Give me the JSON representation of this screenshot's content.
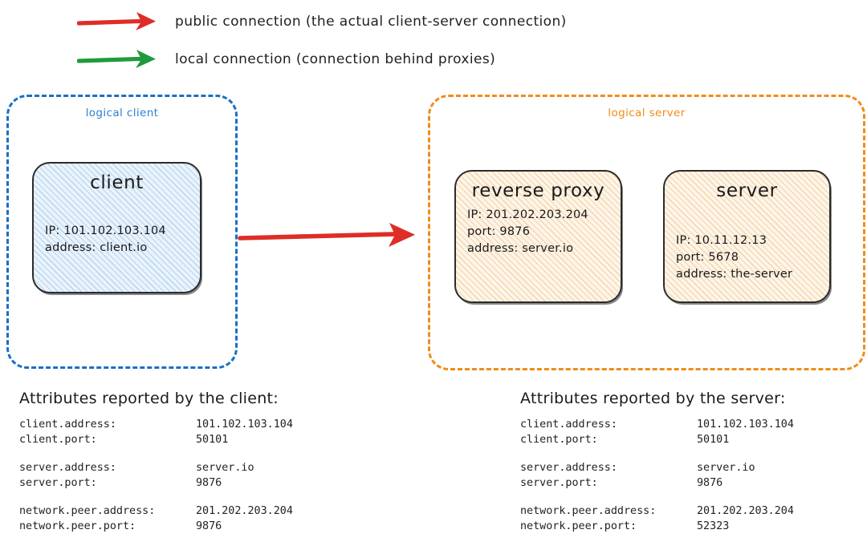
{
  "legend": {
    "items": [
      {
        "icon": "red-arrow-icon",
        "color": "#de2d26",
        "label": "public connection (the actual client-server connection)"
      },
      {
        "icon": "green-arrow-icon",
        "color": "#1f9b3c",
        "label": "local connection (connection behind proxies)"
      }
    ]
  },
  "colors": {
    "public_arrow": "#de2d26",
    "local_arrow": "#1f9b3c",
    "logical_client_border": "#1b6fc4",
    "logical_server_border": "#f08c1a",
    "node_border": "#2b2b2b",
    "client_fill": "#eaf3fb",
    "server_fill": "#fdf5e9"
  },
  "diagram": {
    "logical_client": {
      "label": "logical client",
      "nodes": [
        {
          "name": "client",
          "title": "client",
          "attrs": [
            "IP: 101.102.103.104",
            "address: client.io"
          ]
        }
      ]
    },
    "logical_server": {
      "label": "logical server",
      "nodes": [
        {
          "name": "reverse-proxy",
          "title": "reverse proxy",
          "attrs": [
            "IP: 201.202.203.204",
            "port: 9876",
            "address: server.io"
          ]
        },
        {
          "name": "server",
          "title": "server",
          "attrs": [
            "IP: 10.11.12.13",
            "port: 5678",
            "address: the-server"
          ]
        }
      ]
    },
    "public_connection_arrow": {
      "name": "public-connection-arrow",
      "from": "client",
      "to": "logical server",
      "color": "#de2d26"
    }
  },
  "attributes_client": {
    "heading": "Attributes reported by the client:",
    "rows": [
      {
        "key": "client.address:",
        "value": "101.102.103.104"
      },
      {
        "key": "client.port:",
        "value": "50101"
      },
      {
        "spacer": true
      },
      {
        "key": "server.address:",
        "value": "server.io"
      },
      {
        "key": "server.port:",
        "value": "9876"
      },
      {
        "spacer": true
      },
      {
        "key": "network.peer.address:",
        "value": "201.202.203.204"
      },
      {
        "key": "network.peer.port:",
        "value": "9876"
      }
    ]
  },
  "attributes_server": {
    "heading": "Attributes reported by the server:",
    "rows": [
      {
        "key": "client.address:",
        "value": "101.102.103.104"
      },
      {
        "key": "client.port:",
        "value": "50101"
      },
      {
        "spacer": true
      },
      {
        "key": "server.address:",
        "value": "server.io"
      },
      {
        "key": "server.port:",
        "value": "9876"
      },
      {
        "spacer": true
      },
      {
        "key": "network.peer.address:",
        "value": "201.202.203.204"
      },
      {
        "key": "network.peer.port:",
        "value": "52323"
      }
    ]
  }
}
